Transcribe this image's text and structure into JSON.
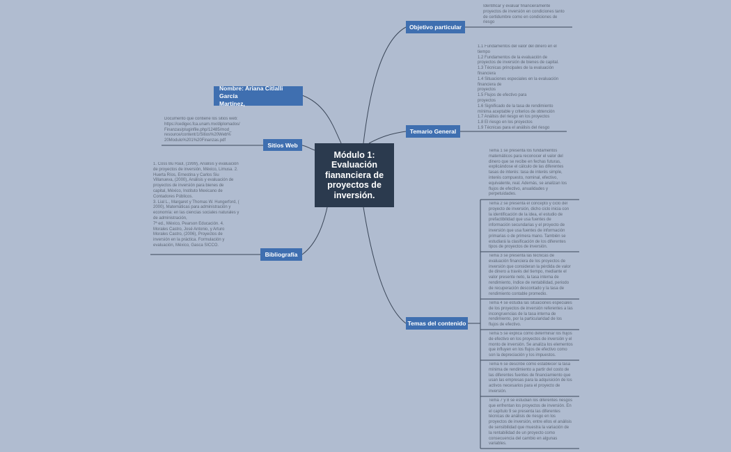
{
  "central": {
    "title": "Módulo 1: Evaluación fiananciera de proyectos de inversión."
  },
  "right": {
    "objetivo": {
      "label": "Objetivo particular",
      "note": "Identificar y evaluar financieramente\nproyectos de inversión en condiciones tanto\nde certidumbre como en condiciones de\nriesgo"
    },
    "temario": {
      "label": "Temario General",
      "note": "1.1 Fundamentos del valor del dinero en el\ntiempo\n 1.2 Fundamentos de la evaluación de\nproyectos de inversión de bienes de capital.\n 1.3 Técnicas principales de la evaluación\nfinanciera\n 1.4 Situaciones especiales en la evaluación\nfinanciera de\nproyectos\n1.5 Flujos de efectivo para\nproyectos\n1.6 Significado de la tasa de rendimiento\nmínima aceptable y criterios de obtención\n1.7 Análisis del riesgo en los proyectos\n1.8 El riesgo en los proyectos\n1.9 Técnicas para el análisis del riesgo"
    },
    "temas": {
      "label": "Temas del contenido",
      "items": [
        "Tema 1 se presenta los fundamentos\nmatemáticos para reconocer el valor del\ndinero que se recibe en fechas futuras,\nexplicándose el cálculo de las diferentes\ntasas de interés: tasa de interés simple,\ninterés compuesto, nominal, efectivo,\nequivalente, real. Además, se analizan los\nflujos de efectivo, anualidades y\nperpetuidades.",
        "Tema 2 se presenta el concepto y ciclo del\nproyecto de inversión, dicho ciclo inicia con\nla identificación de la idea, el estudio de\nprefactibilidad que usa fuentes de\ninformación secundarias y el proyecto de\ninversión que usa fuentes de información\nprimarias o de primera mano. También se\nestudiará la clasificación de los diferentes\ntipos de proyectos de inversión.",
        "Tema 3 se presenta las técnicas de\nevaluación financiera de los proyectos de\ninversión que consideran la pérdida de valor\nde dinero a través del tiempo, mediante el\nvalor presente neto, la tasa interna de\nrendimiento, índice de rentabilidad, periodo\nde recuperación descontado y la tasa de\nrendimiento contable promedio.",
        "Tema 4 se estudia las situaciones especiales\nde los proyectos de inversión referentes a las\nincongruencias de la tasa interna de\nrendimiento, por la particularidad de los\nflujos de efectivo.",
        "Tema 5 se explica cómo determinar los flujos\nde efectivo en los proyectos de inversión y el\nmonto de inversión. Se analiza los elementos\nque influyen en los flujos de efectivo como\nson la depreciación y los impuestos.",
        "Tema 6 se describe cómo establecer la tasa\nmínima de rendimiento a partir del costo de\nlas diferentes fuentes de financiamiento que\nusan las empresas para la adquisición de los\nactivos necesarios para el proyecto de\ninversión.",
        "Tema 7 y 8 se estudian los diferentes riesgos\nque enfrentan los proyectos de inversión. En\nel capítulo 9 se presenta las diferentes\ntécnicas de análisis de riesgo en los\nproyectos de inversión, entre ellos el análisis\nde sensibilidad que muestra la variación de\nla rentabilidad de un proyecto como\nconsecuencia del cambio en algunas\nvariables."
      ]
    }
  },
  "left": {
    "nombre": {
      "label": "Nombre: Ariana Citlalli García\nMartínez,"
    },
    "sitios": {
      "label": "Sitios Web",
      "note": "Documento que contiene los sitios web:\nhttps://cedigec.fca.unam.mx/diplomados/\nFinanzas/pluginfile.php/12485/mod_\nresource/content/1/Sitios%20Web%\n20Modulo%201%20Finanzas.pdf"
    },
    "bibliografia": {
      "label": "Bibliografía",
      "note": "1. Coss Bu Raúl, (1999), Análisis y evaluación\nde proyectos de inversión, México, Limusa. 2.\nHuerta Ríos, Ernestina y Carlos Siu\nVillanueva, (2000), Análisis y evaluación de\nproyectos de inversión para bienes de\ncapital, México, Instituto Mexicano de\nContadores Públicos.\n3. Lial L., Margaret y Thomas W. Hungerford, (\n2000), Matemáticas para administración y\neconomía: en las ciencias sociales naturales y\nde administración,\n7ª ed., México, Pearson Educación. 4.\nMorales Castro, José Antonio, y Arturo\nMorales Castro, (2006), Proyectos de\ninversión en la práctica. Formulación y\nevaluación, México, Gasca SICCO."
    }
  }
}
